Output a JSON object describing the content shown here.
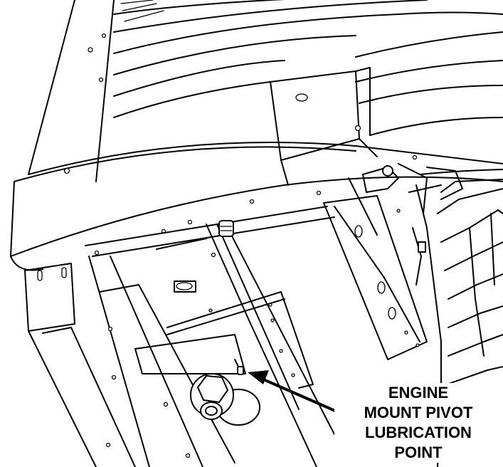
{
  "callout": {
    "lines": [
      "ENGINE",
      "MOUNT PIVOT",
      "LUBRICATION",
      "POINT"
    ]
  }
}
